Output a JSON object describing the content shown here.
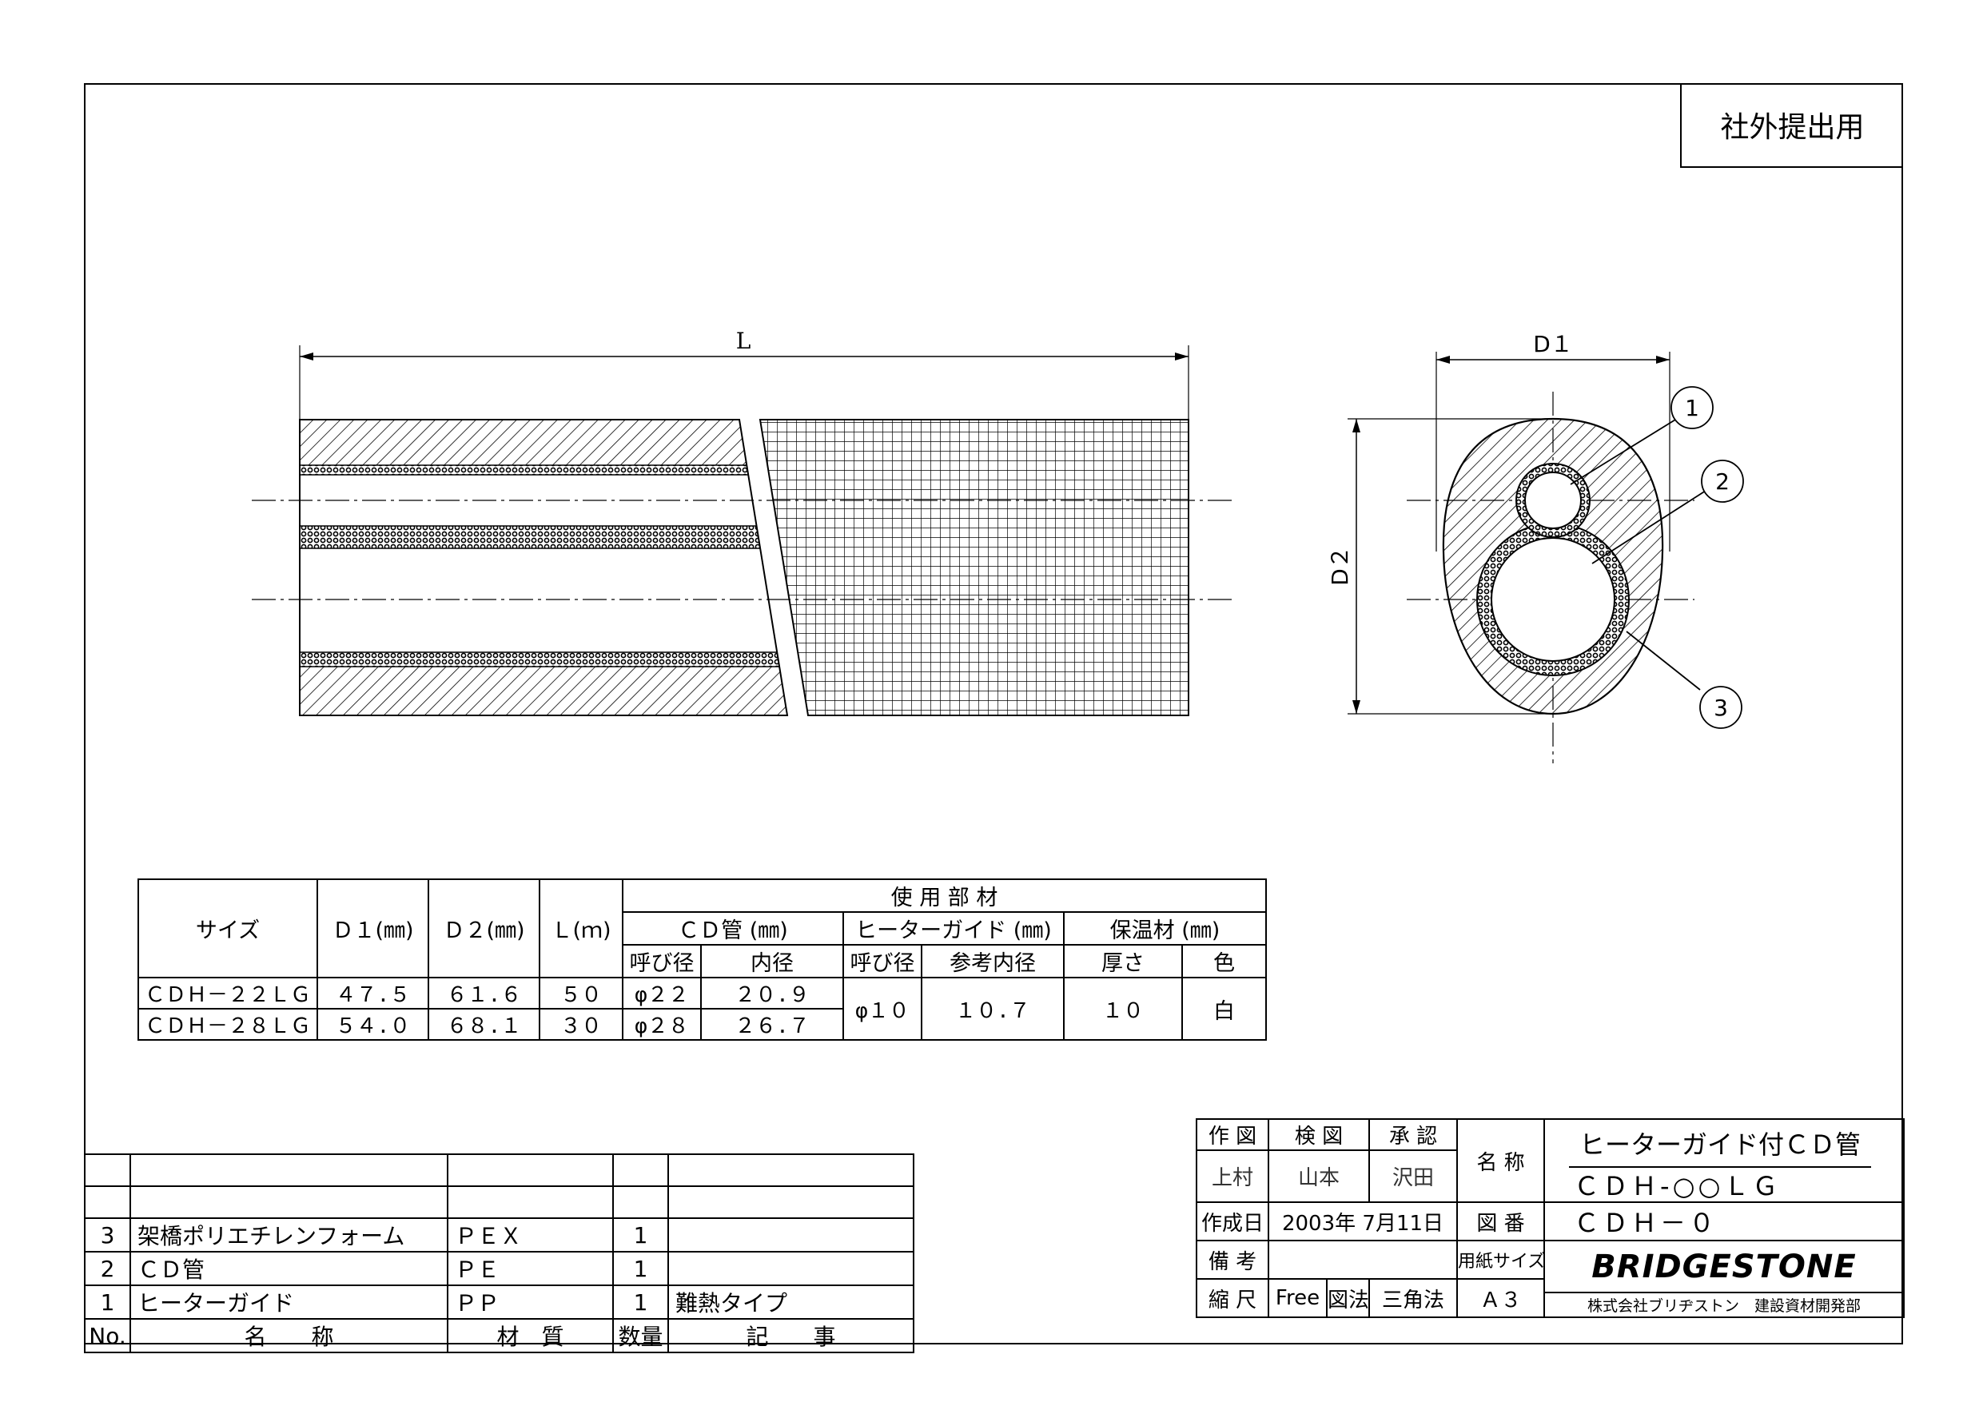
{
  "stamp": "社外提出用",
  "drawing": {
    "label_L": "L",
    "label_D1": "D１",
    "label_D2": "D２",
    "callout_1": "1",
    "callout_2": "2",
    "callout_3": "3"
  },
  "spec_table": {
    "header_size": "サイズ",
    "header_d1": "Ｄ１(㎜)",
    "header_d2": "Ｄ２(㎜)",
    "header_l": "Ｌ(ｍ)",
    "header_parts": "使 用 部 材",
    "header_cd": "ＣＤ管 (㎜)",
    "header_heater": "ヒーターガイド (㎜)",
    "header_insul": "保温材 (㎜)",
    "sub_cd_nominal": "呼び径",
    "sub_cd_inner": "内径",
    "sub_heater_nominal": "呼び径",
    "sub_heater_inner": "参考内径",
    "sub_insul_thick": "厚さ",
    "sub_insul_color": "色",
    "rows": [
      {
        "size": "ＣＤＨ－２２ＬＧ",
        "d1": "４７.５",
        "d2": "６１.６",
        "l": "５０",
        "cd_nominal": "φ２２",
        "cd_inner": "２０.９"
      },
      {
        "size": "ＣＤＨ－２８ＬＧ",
        "d1": "５４.０",
        "d2": "６８.１",
        "l": "３０",
        "cd_nominal": "φ２８",
        "cd_inner": "２６.７"
      }
    ],
    "heater_nominal": "φ１０",
    "heater_inner": "１０.７",
    "insul_thick": "１０",
    "insul_color": "白"
  },
  "parts_list": {
    "rows": [
      {
        "no": "3",
        "name": "架橋ポリエチレンフォーム",
        "material": "ＰＥＸ",
        "qty": "1",
        "note": ""
      },
      {
        "no": "2",
        "name": "ＣＤ管",
        "material": "ＰＥ",
        "qty": "1",
        "note": ""
      },
      {
        "no": "1",
        "name": "ヒーターガイド",
        "material": "ＰＰ",
        "qty": "1",
        "note": "難熱タイプ"
      }
    ],
    "header_no": "No.",
    "header_name": "名　　称",
    "header_material": "材　質",
    "header_qty": "数量",
    "header_note": "記　　事"
  },
  "title_block": {
    "drawn_label": "作 図",
    "checked_label": "検 図",
    "approved_label": "承 認",
    "drawn_by": "上村",
    "checked_by": "山本",
    "approved_by": "沢田",
    "name_label": "名 称",
    "product_name": "ヒーターガイド付ＣＤ管",
    "product_code": "ＣＤＨ-○○ＬＧ",
    "date_label": "作成日",
    "date": "2003年 7月11日",
    "drawing_no_label": "図 番",
    "drawing_no": "ＣＤＨ－０",
    "remarks_label": "備 考",
    "paper_label": "用紙サイズ",
    "logo": "BRIDGESTONE",
    "scale_label": "縮 尺",
    "scale": "Free",
    "method_label": "図法",
    "method": "三角法",
    "paper_size": "Ａ３",
    "company": "株式会社ブリヂストン　建設資材開発部"
  }
}
